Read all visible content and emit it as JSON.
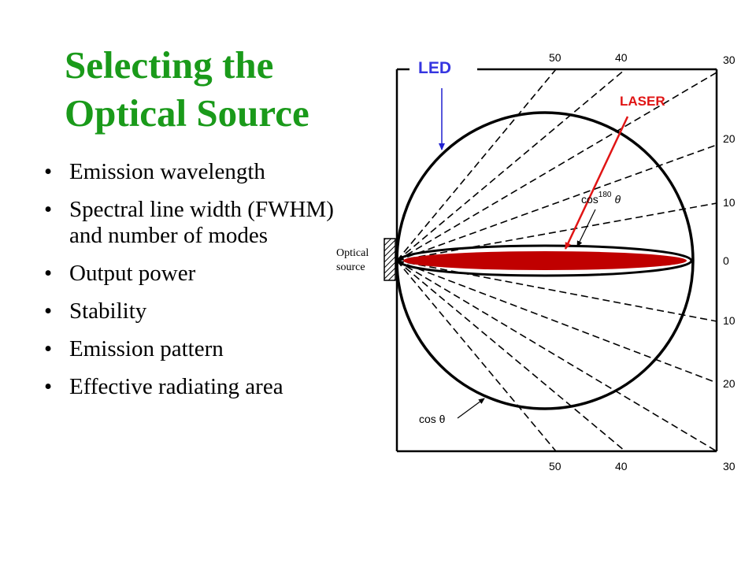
{
  "slide": {
    "title_line1": "Selecting the",
    "title_line2": "Optical Source",
    "bullets": [
      "Emission wavelength",
      "Spectral line width (FWHM) and number of modes",
      "Output power",
      "Stability",
      "Emission pattern",
      "Effective radiating area"
    ],
    "bullet_glyph": "•"
  },
  "diagram": {
    "led_label": "LED",
    "laser_label": "LASER",
    "source_label_line1": "Optical",
    "source_label_line2": "source",
    "cos180_base": "cos",
    "cos180_exp": "180",
    "cos180_theta": "θ",
    "cos_label": "cos θ",
    "angle_labels": {
      "top": [
        "50",
        "40",
        "30"
      ],
      "right": [
        "20",
        "10",
        "0",
        "10",
        "20"
      ],
      "bottom": [
        "50",
        "40",
        "30"
      ]
    },
    "colors": {
      "title": "#1a9a1a",
      "led": "#3535e0",
      "laser": "#e01414",
      "laser_fill": "#c00000"
    }
  }
}
